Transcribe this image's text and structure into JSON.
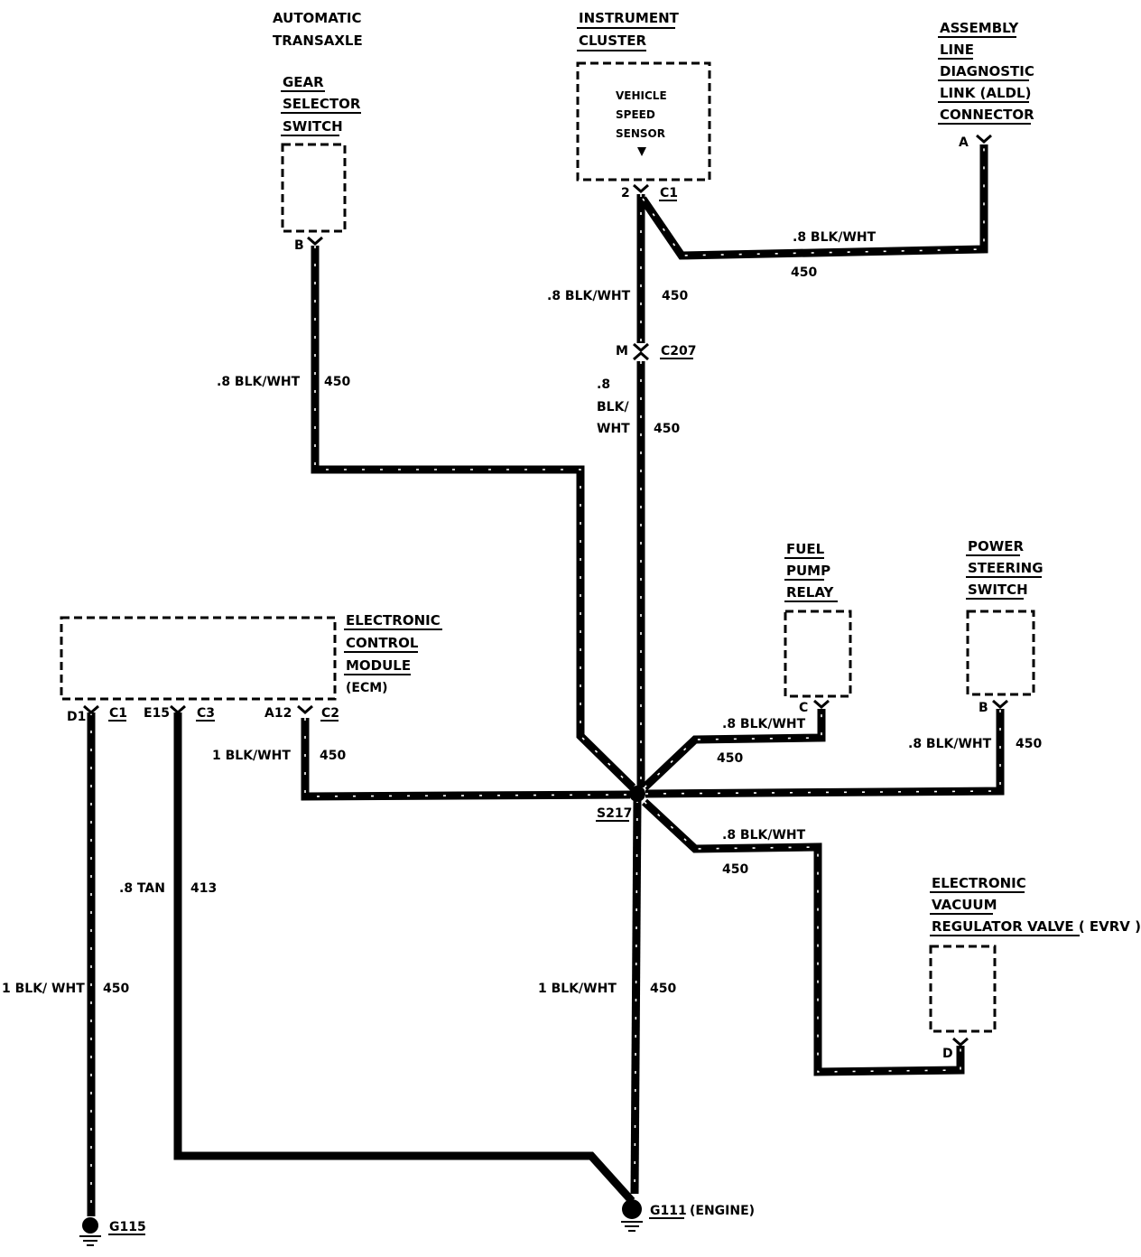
{
  "components": {
    "automatic_transaxle": [
      "AUTOMATIC",
      "TRANSAXLE"
    ],
    "gear_selector_switch": {
      "name": [
        "GEAR",
        "SELECTOR",
        "SWITCH"
      ],
      "pin": "B"
    },
    "instrument_cluster": {
      "name": [
        "INSTRUMENT",
        "CLUSTER"
      ],
      "sensor": [
        "VEHICLE",
        "SPEED",
        "SENSOR"
      ],
      "pin": "2",
      "connector": "C1"
    },
    "aldl": {
      "name": [
        "ASSEMBLY",
        "LINE",
        "DIAGNOSTIC",
        "LINK (ALDL)",
        "CONNECTOR"
      ],
      "pin": "A"
    },
    "c207": {
      "pin": "M",
      "connector": "C207"
    },
    "ecm": {
      "name": [
        "ELECTRONIC",
        "CONTROL",
        "MODULE",
        "(ECM)"
      ],
      "pins": [
        {
          "pin": "D1",
          "connector": "C1"
        },
        {
          "pin": "E15",
          "connector": "C3"
        },
        {
          "pin": "A12",
          "connector": "C2"
        }
      ]
    },
    "fuel_pump_relay": {
      "name": [
        "FUEL",
        "PUMP",
        "RELAY"
      ],
      "pin": "C"
    },
    "power_steering_switch": {
      "name": [
        "POWER",
        "STEERING",
        "SWITCH"
      ],
      "pin": "B"
    },
    "evrv": {
      "name": [
        "ELECTRONIC",
        "VACUUM",
        "REGULATOR VALVE ( EVRV )"
      ],
      "pin": "D"
    },
    "splice": "S217",
    "ground_g115": "G115",
    "ground_g111": "G111",
    "ground_g111_note": "(ENGINE)"
  },
  "wires": {
    "vss_to_aldl": {
      "gauge_color": ".8 BLK/WHT",
      "circuit": "450"
    },
    "vss_to_c207": {
      "gauge_color": ".8 BLK/WHT",
      "circuit": "450"
    },
    "gear_selector": {
      "gauge_color": ".8 BLK/WHT",
      "circuit": "450"
    },
    "c207_to_splice": {
      "gauge_color": [
        ".8",
        "BLK/",
        "WHT"
      ],
      "circuit": "450"
    },
    "fuel_pump_relay": {
      "gauge_color": ".8 BLK/WHT",
      "circuit": "450"
    },
    "power_steering": {
      "gauge_color": ".8 BLK/WHT",
      "circuit": "450"
    },
    "ecm_a12": {
      "gauge_color": "1 BLK/WHT",
      "circuit": "450"
    },
    "evrv": {
      "gauge_color": ".8 BLK/WHT",
      "circuit": "450"
    },
    "ecm_e15": {
      "gauge_color": ".8 TAN",
      "circuit": "413"
    },
    "ecm_d1": {
      "gauge_color": "1 BLK/ WHT",
      "circuit": "450"
    },
    "splice_to_g111": {
      "gauge_color": "1 BLK/WHT",
      "circuit": "450"
    }
  }
}
